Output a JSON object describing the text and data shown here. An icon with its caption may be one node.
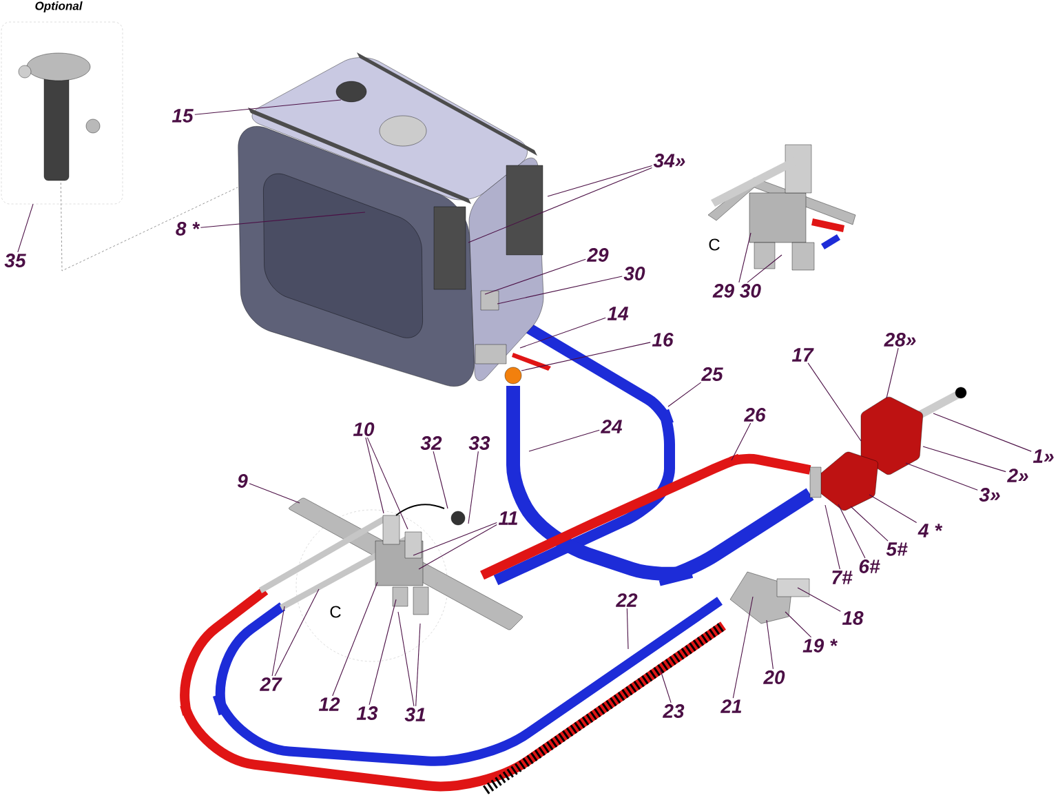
{
  "diagram": {
    "nodes": [
      {
        "text": [
          "Optional"
        ]
      },
      {
        "text": [
          "35"
        ]
      },
      {
        "text": [
          "15"
        ]
      },
      {
        "text": [
          "8 *"
        ]
      },
      {
        "text": [
          "34»"
        ]
      },
      {
        "text": [
          "29"
        ]
      },
      {
        "text": [
          "30"
        ]
      },
      {
        "text": [
          "14"
        ]
      },
      {
        "text": [
          "16"
        ]
      },
      {
        "text": [
          "25"
        ]
      },
      {
        "text": [
          "24"
        ]
      },
      {
        "text": [
          "26"
        ]
      },
      {
        "text": [
          "17"
        ]
      },
      {
        "text": [
          "28»"
        ]
      },
      {
        "text": [
          "1»"
        ]
      },
      {
        "text": [
          "2»"
        ]
      },
      {
        "text": [
          "3»"
        ]
      },
      {
        "text": [
          "4 *"
        ]
      },
      {
        "text": [
          "5#"
        ]
      },
      {
        "text": [
          "6#"
        ]
      },
      {
        "text": [
          "7#"
        ]
      },
      {
        "text": [
          "18"
        ]
      },
      {
        "text": [
          "19 *"
        ]
      },
      {
        "text": [
          "20"
        ]
      },
      {
        "text": [
          "21"
        ]
      },
      {
        "text": [
          "22"
        ]
      },
      {
        "text": [
          "23"
        ]
      },
      {
        "text": [
          "9"
        ]
      },
      {
        "text": [
          "10"
        ]
      },
      {
        "text": [
          "32"
        ]
      },
      {
        "text": [
          "33"
        ]
      },
      {
        "text": [
          "11"
        ]
      },
      {
        "text": [
          "12"
        ]
      },
      {
        "text": [
          "13"
        ]
      },
      {
        "text": [
          "31"
        ]
      },
      {
        "text": [
          "27"
        ]
      },
      {
        "text": [
          "29 30"
        ]
      },
      {
        "text": [],
        "shape": "picture",
        "in": 0
      },
      {
        "text": [],
        "shape": "picture"
      },
      {
        "text": [],
        "shape": "picture"
      },
      {
        "text": [],
        "shape": "picture"
      },
      {
        "text": [],
        "shape": "picture"
      },
      {
        "text": [],
        "shape": "picture"
      }
    ],
    "edges": [
      {
        "from": 37,
        "to": 38,
        "arrow": "none",
        "style": "dashed",
        "color": "#7a7a7a"
      },
      {
        "from": 1,
        "to": 0,
        "arrow": "none"
      },
      {
        "from": 2,
        "to": 38,
        "arrow": "none"
      },
      {
        "from": 3,
        "to": 38,
        "arrow": "none"
      },
      {
        "from": 4,
        "to": 38,
        "arrow": "none"
      },
      {
        "from": 4,
        "to": 38,
        "arrow": "none"
      },
      {
        "from": 5,
        "to": 38,
        "arrow": "none"
      },
      {
        "from": 6,
        "to": 38,
        "arrow": "none"
      },
      {
        "from": 7,
        "to": 38,
        "arrow": "none"
      },
      {
        "from": 8,
        "to": 38,
        "arrow": "none"
      },
      {
        "from": 9,
        "to": null,
        "arrow": "none"
      },
      {
        "from": 10,
        "to": null,
        "arrow": "none"
      },
      {
        "from": 11,
        "to": null,
        "arrow": "none"
      },
      {
        "from": 12,
        "to": 39,
        "arrow": "none"
      },
      {
        "from": 13,
        "to": 39,
        "arrow": "none"
      },
      {
        "from": 14,
        "to": 39,
        "arrow": "none"
      },
      {
        "from": 15,
        "to": 39,
        "arrow": "none"
      },
      {
        "from": 16,
        "to": 39,
        "arrow": "none"
      },
      {
        "from": 17,
        "to": 39,
        "arrow": "none"
      },
      {
        "from": 18,
        "to": 39,
        "arrow": "none"
      },
      {
        "from": 19,
        "to": 39,
        "arrow": "none"
      },
      {
        "from": 20,
        "to": 39,
        "arrow": "none"
      },
      {
        "from": 21,
        "to": 40,
        "arrow": "none"
      },
      {
        "from": 22,
        "to": 40,
        "arrow": "none"
      },
      {
        "from": 23,
        "to": 40,
        "arrow": "none"
      },
      {
        "from": 24,
        "to": 40,
        "arrow": "none"
      },
      {
        "from": 25,
        "to": null,
        "arrow": "none"
      },
      {
        "from": 26,
        "to": null,
        "arrow": "none"
      },
      {
        "from": 27,
        "to": 41,
        "arrow": "none"
      },
      {
        "from": 28,
        "to": 41,
        "arrow": "none"
      },
      {
        "from": 28,
        "to": 41,
        "arrow": "none"
      },
      {
        "from": 29,
        "to": 41,
        "arrow": "none"
      },
      {
        "from": 30,
        "to": 41,
        "arrow": "none"
      },
      {
        "from": 31,
        "to": 41,
        "arrow": "none"
      },
      {
        "from": 31,
        "to": 41,
        "arrow": "none"
      },
      {
        "from": 32,
        "to": 41,
        "arrow": "none"
      },
      {
        "from": 33,
        "to": 41,
        "arrow": "none"
      },
      {
        "from": 34,
        "to": 41,
        "arrow": "none"
      },
      {
        "from": 34,
        "to": 41,
        "arrow": "none"
      },
      {
        "from": 35,
        "to": 41,
        "arrow": "none"
      },
      {
        "from": 35,
        "to": 41,
        "arrow": "none"
      },
      {
        "from": 36,
        "to": 42,
        "arrow": "none"
      },
      {
        "from": 36,
        "to": 42,
        "arrow": "none"
      }
    ],
    "labels": [
      "C",
      "C"
    ]
  }
}
